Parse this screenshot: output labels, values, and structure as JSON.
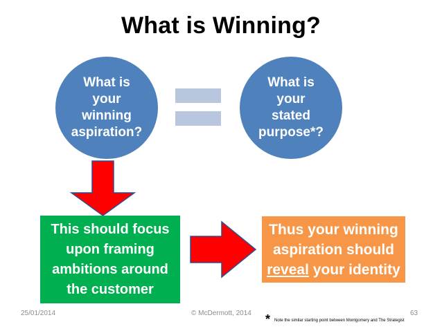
{
  "slide": {
    "title": "What is Winning?",
    "circle_left": [
      "What is",
      "your",
      "winning",
      "aspiration?"
    ],
    "circle_right": [
      "What is",
      "your",
      "stated",
      "purpose*?"
    ],
    "box_left": [
      "This should focus",
      "upon framing",
      "ambitions around",
      "the customer"
    ],
    "box_right": {
      "line1": "Thus your winning",
      "line2": "aspiration should",
      "line3_underlined": "reveal",
      "line3_rest": " your identity"
    },
    "footer": {
      "date": "25/01/2014",
      "copyright": "© McDermott, 2014",
      "page_number": "63"
    },
    "footnote": {
      "marker": "*",
      "text": "Note the similar starting point between Montgomery and The Strategist"
    }
  },
  "colors": {
    "circle": "#4f81bd",
    "equals": "#b9c7de",
    "green_box": "#00b050",
    "orange_box": "#f79646",
    "arrow_fill": "#ff0000",
    "arrow_stroke": "#2f4f8f"
  }
}
